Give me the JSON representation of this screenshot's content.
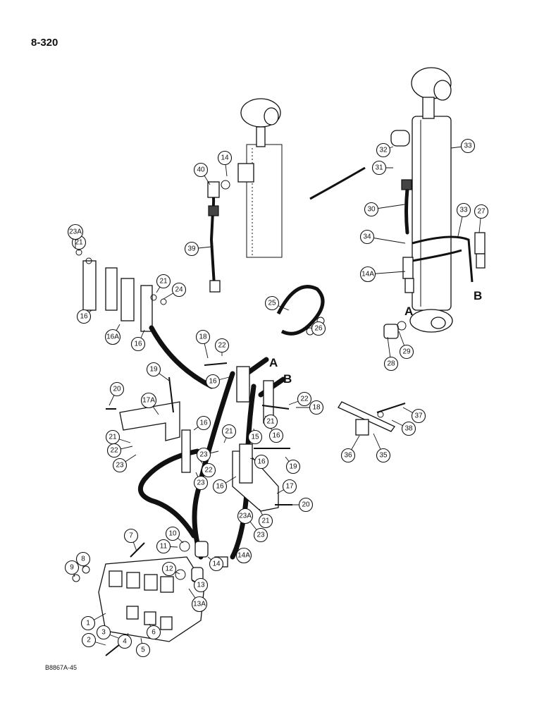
{
  "page": {
    "number": "8-320",
    "figure_code": "B8867A-45"
  },
  "letters": [
    "A",
    "B"
  ],
  "callouts": [
    {
      "label": "1"
    },
    {
      "label": "2"
    },
    {
      "label": "3"
    },
    {
      "label": "4"
    },
    {
      "label": "5"
    },
    {
      "label": "6"
    },
    {
      "label": "7"
    },
    {
      "label": "8"
    },
    {
      "label": "9"
    },
    {
      "label": "10"
    },
    {
      "label": "11"
    },
    {
      "label": "12"
    },
    {
      "label": "13"
    },
    {
      "label": "13A"
    },
    {
      "label": "14"
    },
    {
      "label": "14A"
    },
    {
      "label": "15"
    },
    {
      "label": "16"
    },
    {
      "label": "16"
    },
    {
      "label": "16"
    },
    {
      "label": "16"
    },
    {
      "label": "16"
    },
    {
      "label": "16"
    },
    {
      "label": "16"
    },
    {
      "label": "16A"
    },
    {
      "label": "17"
    },
    {
      "label": "17A"
    },
    {
      "label": "18"
    },
    {
      "label": "18"
    },
    {
      "label": "19"
    },
    {
      "label": "19"
    },
    {
      "label": "20"
    },
    {
      "label": "20"
    },
    {
      "label": "21"
    },
    {
      "label": "21"
    },
    {
      "label": "21"
    },
    {
      "label": "21"
    },
    {
      "label": "21"
    },
    {
      "label": "21"
    },
    {
      "label": "22"
    },
    {
      "label": "22"
    },
    {
      "label": "22"
    },
    {
      "label": "22"
    },
    {
      "label": "23"
    },
    {
      "label": "23"
    },
    {
      "label": "23"
    },
    {
      "label": "23"
    },
    {
      "label": "23A"
    },
    {
      "label": "23A"
    },
    {
      "label": "24"
    },
    {
      "label": "25"
    },
    {
      "label": "26"
    },
    {
      "label": "27"
    },
    {
      "label": "28"
    },
    {
      "label": "29"
    },
    {
      "label": "30"
    },
    {
      "label": "31"
    },
    {
      "label": "32"
    },
    {
      "label": "33"
    },
    {
      "label": "33"
    },
    {
      "label": "34"
    },
    {
      "label": "35"
    },
    {
      "label": "36"
    },
    {
      "label": "37"
    },
    {
      "label": "38"
    },
    {
      "label": "39"
    },
    {
      "label": "40"
    },
    {
      "label": "14"
    },
    {
      "label": "14A"
    }
  ]
}
